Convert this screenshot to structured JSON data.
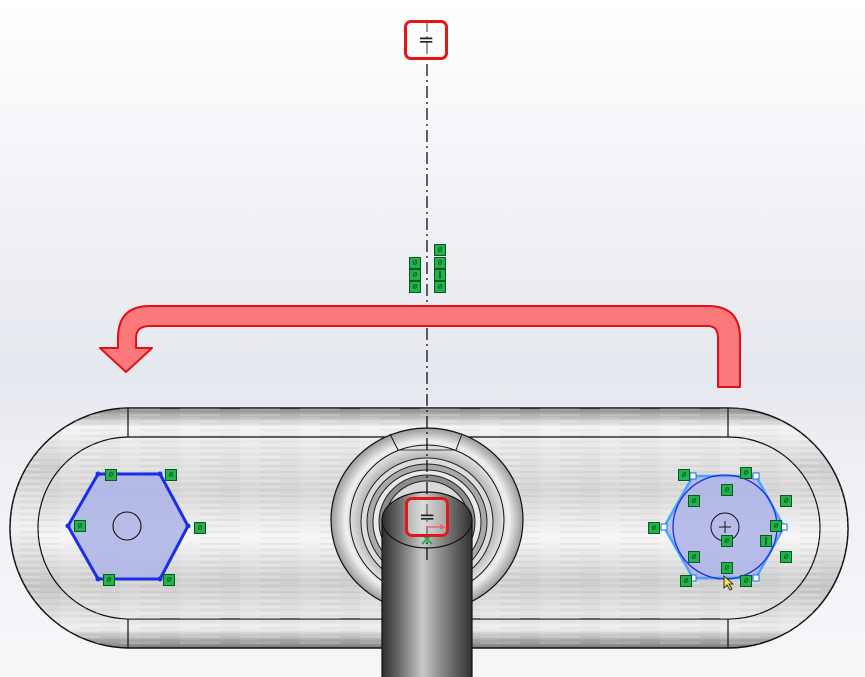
{
  "viewport": {
    "background_top": "#ffffff",
    "background_bottom": "#e6e8ef"
  },
  "symmetry_glyph": {
    "symbol": "═",
    "color": "#e01818",
    "icon": "symmetric-relation-icon"
  },
  "relation_icons": {
    "parallel_symbol": "∥",
    "fixed_symbol": "⌀",
    "color": "#22b14c",
    "icon": "sketch-relation-icon"
  },
  "colors": {
    "sketch_line": "#1a2ee6",
    "sketch_fill": "#aeb3e8",
    "selected_line": "#4aa3ff",
    "arrow_fill": "#f9797b",
    "arrow_stroke": "#e0101a",
    "handle": "#4aa3ff"
  },
  "callout_arrow": {
    "icon": "mirror-direction-arrow-icon",
    "direction": "right-to-left"
  },
  "sketch_entities": {
    "left_polygon": "hexagon",
    "right_polygon": "hexagon",
    "left_state": "defined",
    "right_state": "selected"
  }
}
